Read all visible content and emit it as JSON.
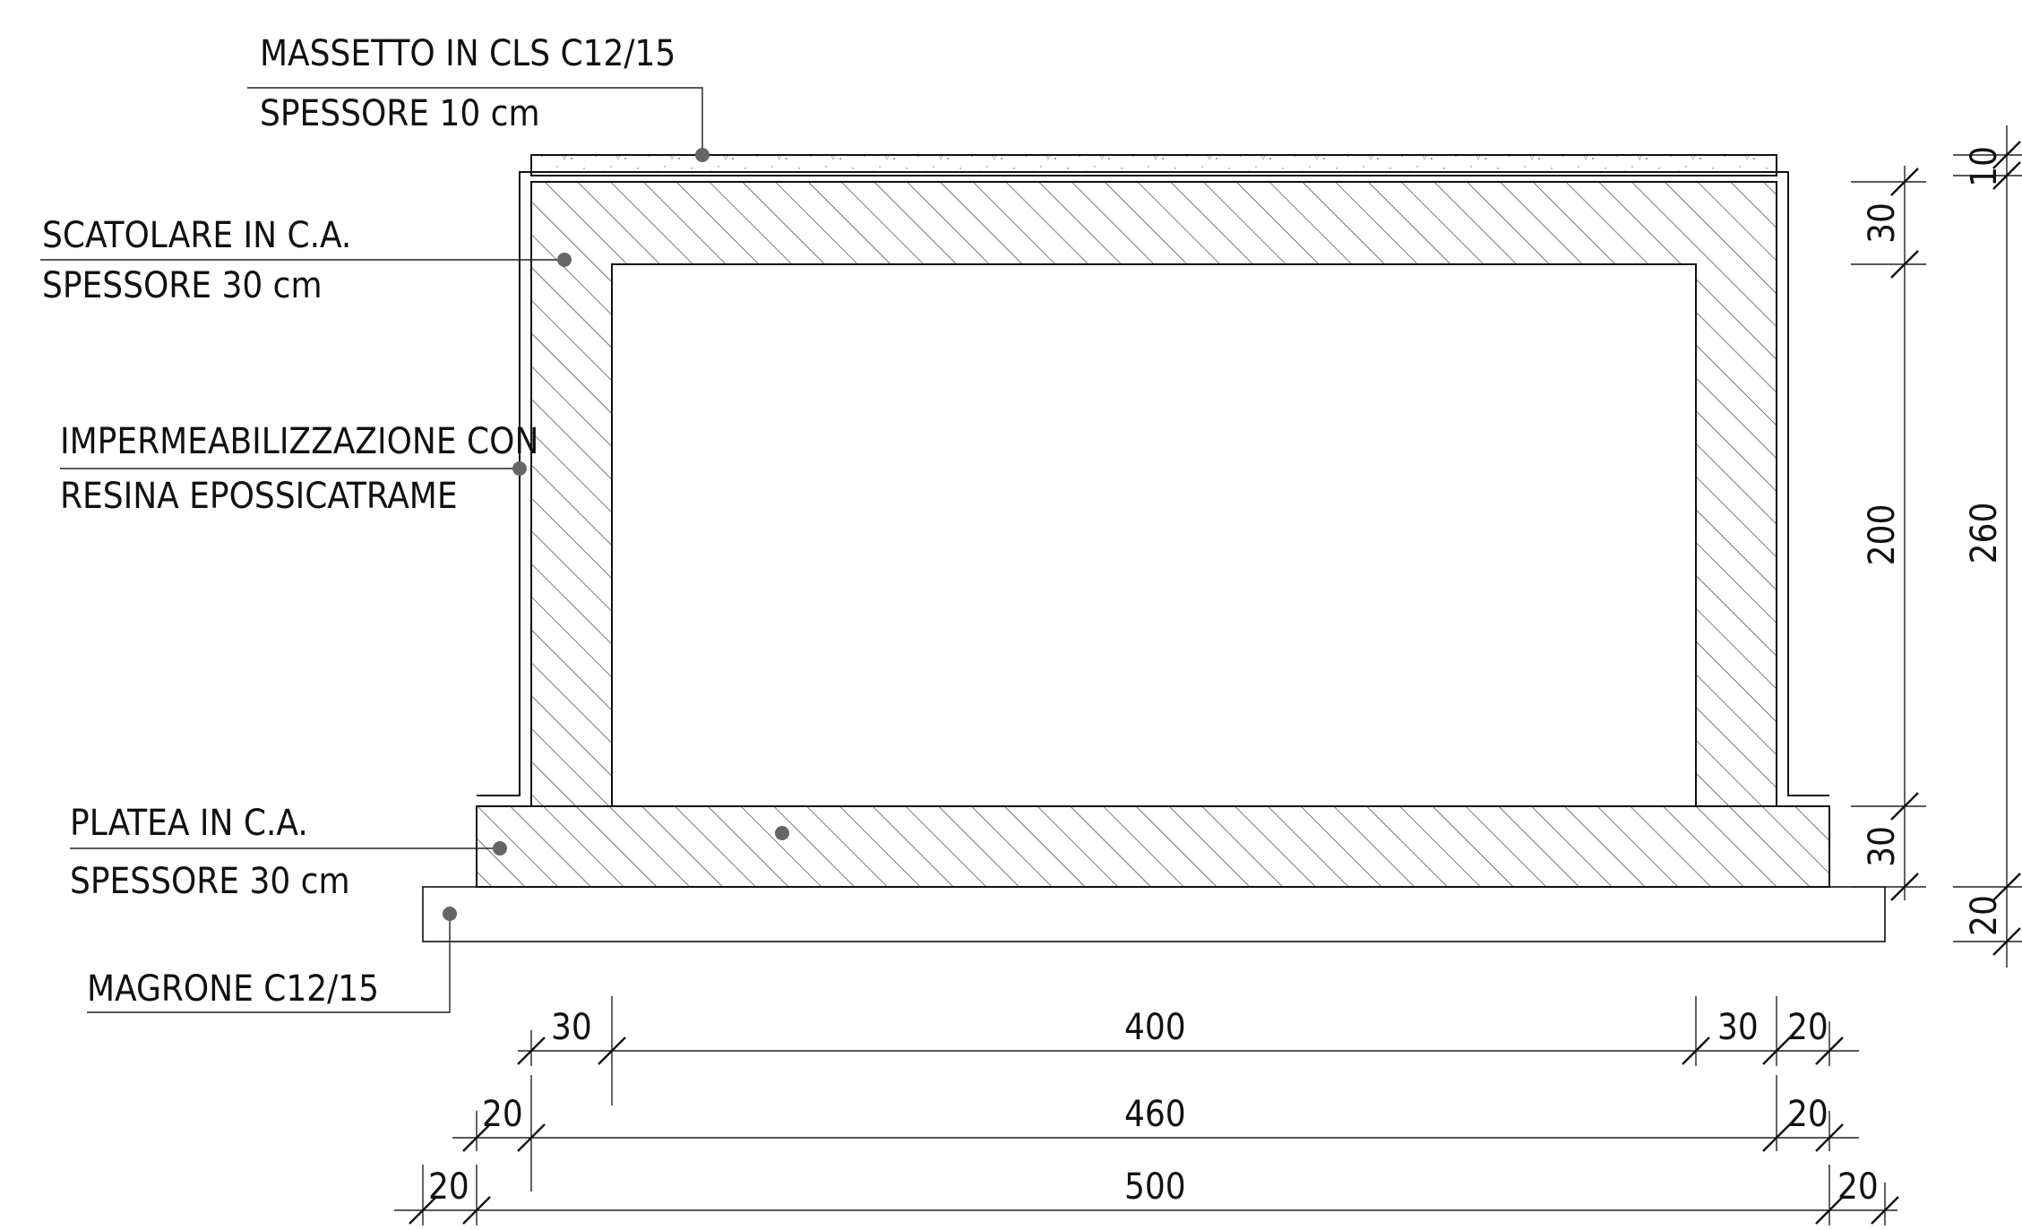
{
  "labels": {
    "massetto": {
      "line1": "MASSETTO IN CLS C12/15",
      "line2": "SPESSORE 10 cm"
    },
    "scatolare": {
      "line1": "SCATOLARE IN C.A.",
      "line2": "SPESSORE 30 cm"
    },
    "impermeabilizzazione": {
      "line1": "IMPERMEABILIZZAZIONE CON",
      "line2": "RESINA EPOSSICATRAME"
    },
    "platea": {
      "line1": "PLATEA IN C.A.",
      "line2": "SPESSORE 30 cm"
    },
    "magrone": {
      "line1": "MAGRONE C12/15"
    }
  },
  "dimensions": {
    "horizontal": {
      "row1": [
        "30",
        "400",
        "30",
        "20"
      ],
      "row2": [
        "20",
        "460",
        "20"
      ],
      "row3": [
        "20",
        "500",
        "20"
      ]
    },
    "vertical": {
      "inner": [
        "30",
        "200",
        "30"
      ],
      "outer": [
        "10",
        "260",
        "20"
      ]
    }
  }
}
